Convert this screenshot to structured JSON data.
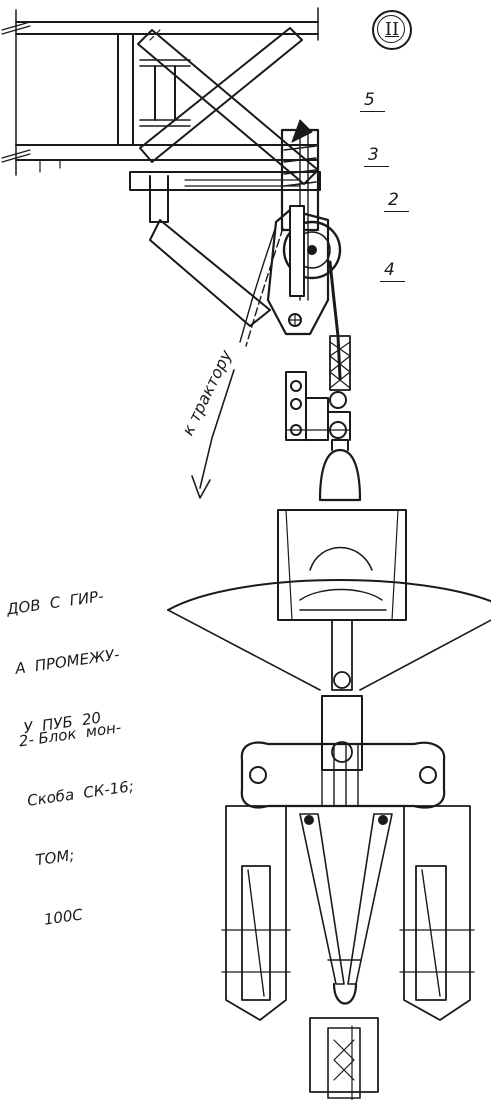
{
  "drawing": {
    "sheet_mark": "II",
    "callouts": {
      "c5": "5",
      "c3": "3",
      "c2": "2",
      "c4": "4"
    },
    "tractor_label": "к трактору",
    "caption_upper": [
      "ДОВ  С  ГИР-",
      "А  ПРОМЕЖУ-",
      "У  ПУБ  20"
    ],
    "caption_lower": [
      "2- Блок  мон-",
      "Скоба  СК-16;",
      "ТОМ;",
      "100С"
    ]
  }
}
